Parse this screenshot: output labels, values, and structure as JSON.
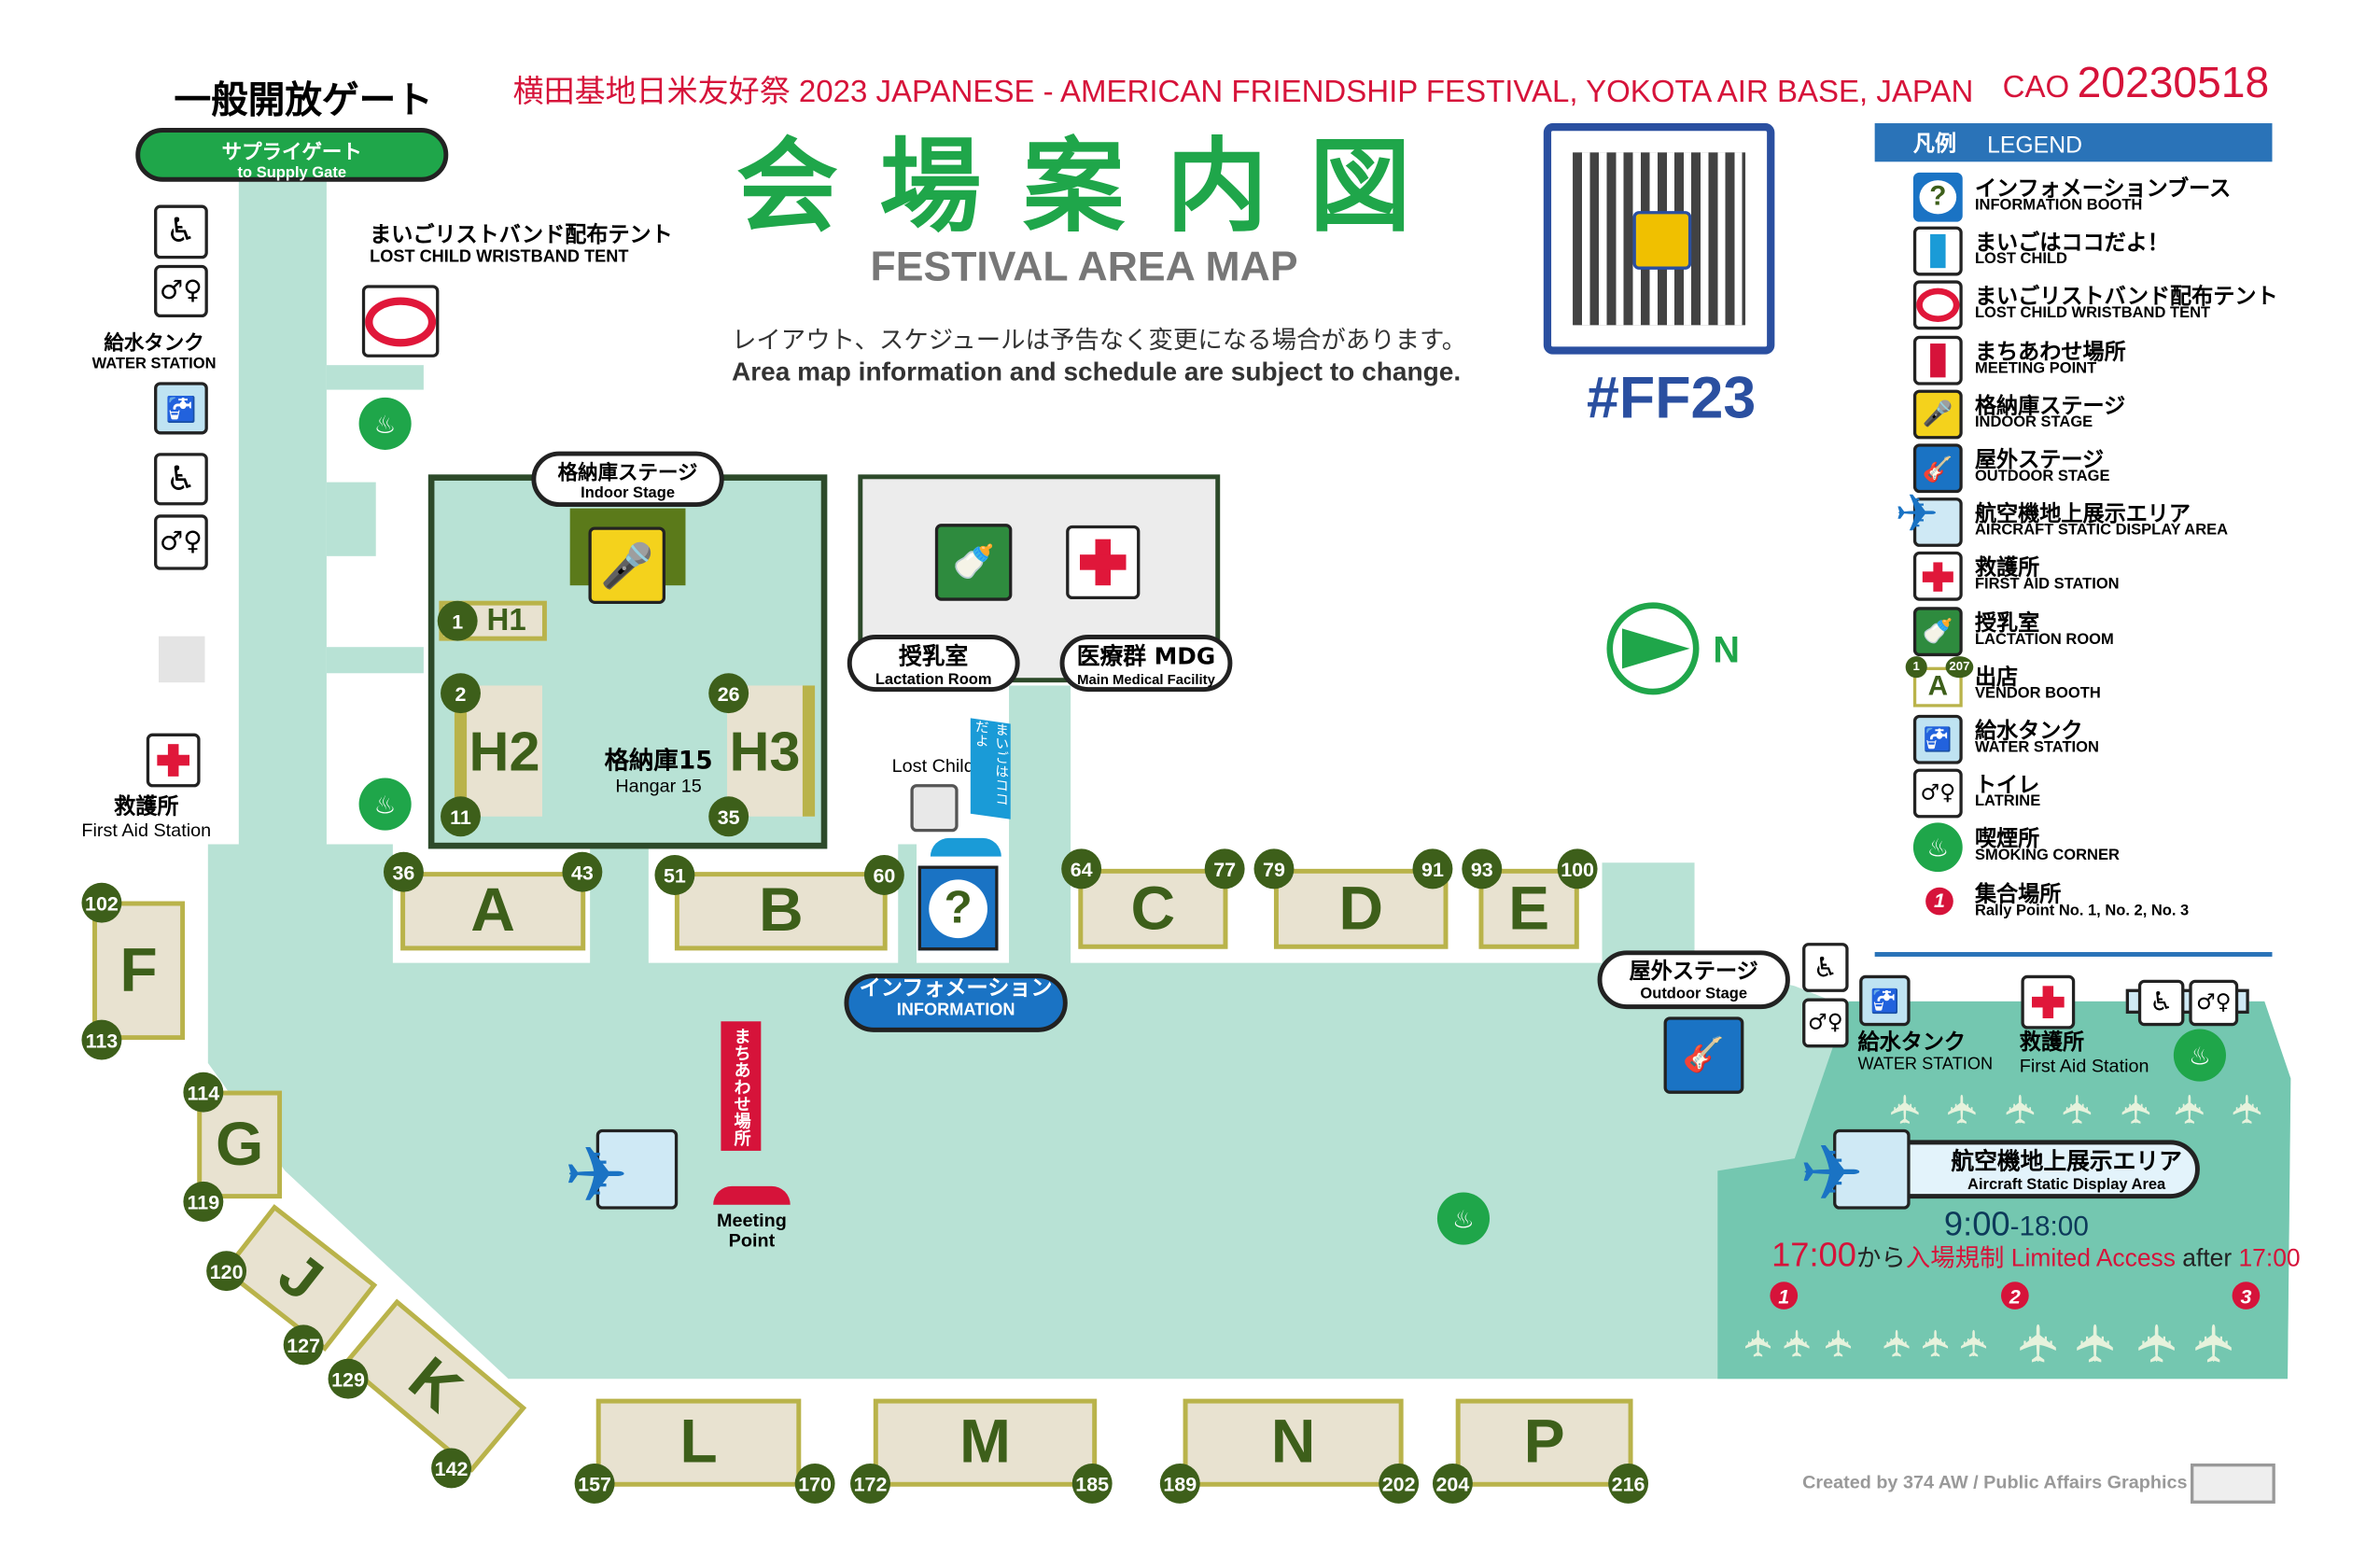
{
  "header": {
    "title_red": "横田基地日米友好祭 2023 JAPANESE - AMERICAN FRIENDSHIP FESTIVAL, YOKOTA AIR BASE, JAPAN",
    "cao_label": "CAO",
    "cao_date": "20230518",
    "main_title": "会 場 案 内 図",
    "subtitle": "FESTIVAL AREA MAP",
    "notice_ja": "レイアウト、スケジュールは予告なく変更になる場合があります。",
    "notice_en": "Area map information and schedule are subject to change.",
    "hashtag": "#FF23"
  },
  "gate": {
    "title": "一般開放ゲート",
    "pill_ja": "サプライゲート",
    "pill_en": "to Supply Gate"
  },
  "left": {
    "water_ja": "給水タンク",
    "water_en": "WATER STATION",
    "first_aid_ja": "救護所",
    "first_aid_en": "First Aid Station"
  },
  "wristband": {
    "ja": "まいごリストバンド配布テント",
    "en": "LOST CHILD WRISTBAND TENT"
  },
  "hangar": {
    "stage_ja": "格納庫ステージ",
    "stage_en": "Indoor Stage",
    "name_ja": "格納庫15",
    "name_en": "Hangar 15",
    "h1": "H1",
    "h1_num": "1",
    "h2": "H2",
    "h2_start": "2",
    "h2_end": "11",
    "h3": "H3",
    "h3_start": "26",
    "h3_end": "35"
  },
  "medical": {
    "lactation_ja": "授乳室",
    "lactation_en": "Lactation Room",
    "mdg_ja": "医療群 MDG",
    "mdg_en": "Main Medical Facility"
  },
  "lost_child": {
    "label": "Lost Child",
    "flag": "まいごはココだよ"
  },
  "info": {
    "glyph": "?",
    "ja": "インフォメーション",
    "en": "INFORMATION"
  },
  "meeting": {
    "flag": "まちあわせ場所",
    "label1": "Meeting",
    "label2": "Point"
  },
  "compass": {
    "label": "N"
  },
  "booths": [
    {
      "id": "A",
      "start": "36",
      "end": "43"
    },
    {
      "id": "B",
      "start": "51",
      "end": "60"
    },
    {
      "id": "C",
      "start": "64",
      "end": "77"
    },
    {
      "id": "D",
      "start": "79",
      "end": "91"
    },
    {
      "id": "E",
      "start": "93",
      "end": "100"
    },
    {
      "id": "F",
      "start": "102",
      "end": "113"
    },
    {
      "id": "G",
      "start": "114",
      "end": "119"
    },
    {
      "id": "J",
      "start": "120",
      "end": "127"
    },
    {
      "id": "K",
      "start": "129",
      "end": "142"
    },
    {
      "id": "L",
      "start": "157",
      "end": "170"
    },
    {
      "id": "M",
      "start": "172",
      "end": "185"
    },
    {
      "id": "N",
      "start": "189",
      "end": "202"
    },
    {
      "id": "P",
      "start": "204",
      "end": "216"
    }
  ],
  "outdoor": {
    "ja": "屋外ステージ",
    "en": "Outdoor Stage"
  },
  "east": {
    "water_ja": "給水タンク",
    "water_en": "WATER STATION",
    "first_aid_ja": "救護所",
    "first_aid_en": "First Aid Station"
  },
  "aircraft": {
    "ja": "航空機地上展示エリア",
    "en": "Aircraft Static Display Area",
    "hours_start": "9:00",
    "hours_end": "-18:00",
    "r_time": "17:00",
    "r_kara": "から",
    "r_ja": "入場規制",
    "r_en": "Limited Access",
    "r_after": "after",
    "r_time2": "17:00"
  },
  "rally_points": [
    "1",
    "2",
    "3"
  ],
  "legend": {
    "title_ja": "凡例",
    "title_en": "LEGEND",
    "items": [
      {
        "ja": "インフォメーションブース",
        "en": "INFORMATION BOOTH",
        "icon": "info-icon"
      },
      {
        "ja": "まいごはココだよ！",
        "en": "LOST CHILD",
        "icon": "lost-child-flag-icon"
      },
      {
        "ja": "まいごリストバンド配布テント",
        "en": "LOST CHILD WRISTBAND TENT",
        "icon": "wristband-icon"
      },
      {
        "ja": "まちあわせ場所",
        "en": "MEETING  POINT",
        "icon": "meeting-flag-icon"
      },
      {
        "ja": "格納庫ステージ",
        "en": "INDOOR STAGE",
        "icon": "indoor-stage-icon"
      },
      {
        "ja": "屋外ステージ",
        "en": "OUTDOOR STAGE",
        "icon": "outdoor-stage-icon"
      },
      {
        "ja": "航空機地上展示エリア",
        "en": "AIRCRAFT STATIC DISPLAY AREA",
        "icon": "aircraft-icon"
      },
      {
        "ja": "救護所",
        "en": "FIRST AID STATION",
        "icon": "first-aid-icon"
      },
      {
        "ja": "授乳室",
        "en": "LACTATION ROOM",
        "icon": "lactation-icon"
      },
      {
        "ja": "出店",
        "en": "VENDOR BOOTH",
        "icon": "vendor-booth-icon",
        "n1": "1",
        "n2": "207",
        "letter": "A"
      },
      {
        "ja": "給水タンク",
        "en": "WATER STATION",
        "icon": "water-station-icon"
      },
      {
        "ja": "トイレ",
        "en": "LATRINE",
        "icon": "latrine-icon"
      },
      {
        "ja": "喫煙所",
        "en": "SMOKING CORNER",
        "icon": "smoking-icon"
      },
      {
        "ja": "集合場所",
        "en": "Rally Point No. 1, No. 2, No. 3",
        "icon": "rally-point-icon",
        "n": "1"
      }
    ]
  },
  "credit": "Created by 374 AW / Public Affairs Graphics",
  "colors": {
    "title_red": "#d6133a",
    "green": "#1fa64a",
    "mint": "#b8e2d5",
    "aircraft_area": "#74c7b0",
    "booth_num": "#3d5f1a",
    "legend_blue": "#2a73b8"
  }
}
